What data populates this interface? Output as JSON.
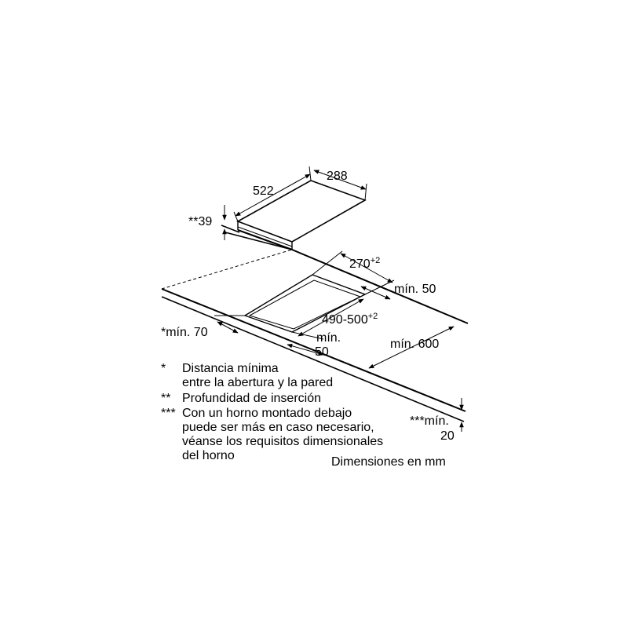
{
  "dimensions": {
    "width": "288",
    "depth": "522",
    "insertion_depth": "**39",
    "cutout_width": "270",
    "cutout_width_tol": "+2",
    "cutout_depth": "490-500",
    "cutout_depth_tol": "+2",
    "min_right": "mín. 50",
    "min_wall": "*mín. 70",
    "min_front_1": "mín.",
    "min_front_2": "50",
    "min_side": "mín. 600",
    "min_bottom_1": "***mín.",
    "min_bottom_2": "20"
  },
  "legend": [
    {
      "mark": "*",
      "lines": [
        "Distancia mínima",
        "entre la abertura y la pared"
      ]
    },
    {
      "mark": "**",
      "lines": [
        "Profundidad de inserción"
      ]
    },
    {
      "mark": "***",
      "lines": [
        "Con un horno montado debajo",
        "puede ser más en caso necesario,",
        "véanse los requisitos dimensionales",
        "del horno"
      ]
    }
  ],
  "units_note": "Dimensiones en mm"
}
